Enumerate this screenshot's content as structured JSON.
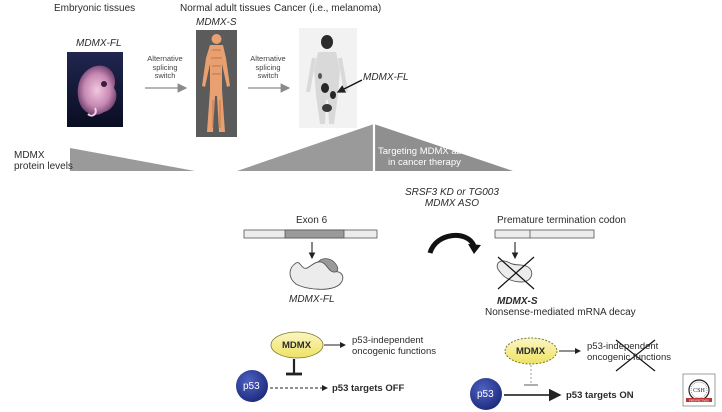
{
  "stages": {
    "embryonic": "Embryonic tissues",
    "adult": "Normal adult tissues",
    "cancer": "Cancer (i.e., melanoma)"
  },
  "isoforms": {
    "fl_embryo": "MDMX-FL",
    "s_adult": "MDMX-S",
    "fl_cancer": "MDMX-FL"
  },
  "switch": {
    "line1": "Alternative",
    "line2": "splicing",
    "line3": "switch"
  },
  "protein_levels": {
    "line1": "MDMX",
    "line2": "protein levels"
  },
  "targeting": {
    "line1": "Targeting MDMX abudance",
    "line2": "in cancer therapy"
  },
  "treatment": {
    "line1": "SRSF3 KD or TG003",
    "line2": "MDMX ASO"
  },
  "exon_label": "Exon 6",
  "ptc_label": "Premature termination codon",
  "left_protein": "MDMX-FL",
  "right_protein": "MDMX-S",
  "nmd_label": "Nonsense-mediated mRNA decay",
  "left_pathway": {
    "mdmx": "MDMX",
    "functions_line1": "p53-independent",
    "functions_line2": "oncogenic functions",
    "p53": "p53",
    "targets": "p53 targets OFF"
  },
  "right_pathway": {
    "mdmx": "MDMX",
    "functions_line1": "p53-independent",
    "functions_line2": "oncogenic functions",
    "p53": "p53",
    "targets": "p53 targets ON"
  },
  "logo": "CSH PERSPECTIVES",
  "colors": {
    "mdmx_fill": "#f5ef8a",
    "p53_fill": "#2d3f99",
    "wedge": "#9a9a9a",
    "exon": "#9a9a9a",
    "body": "#e8a070"
  }
}
